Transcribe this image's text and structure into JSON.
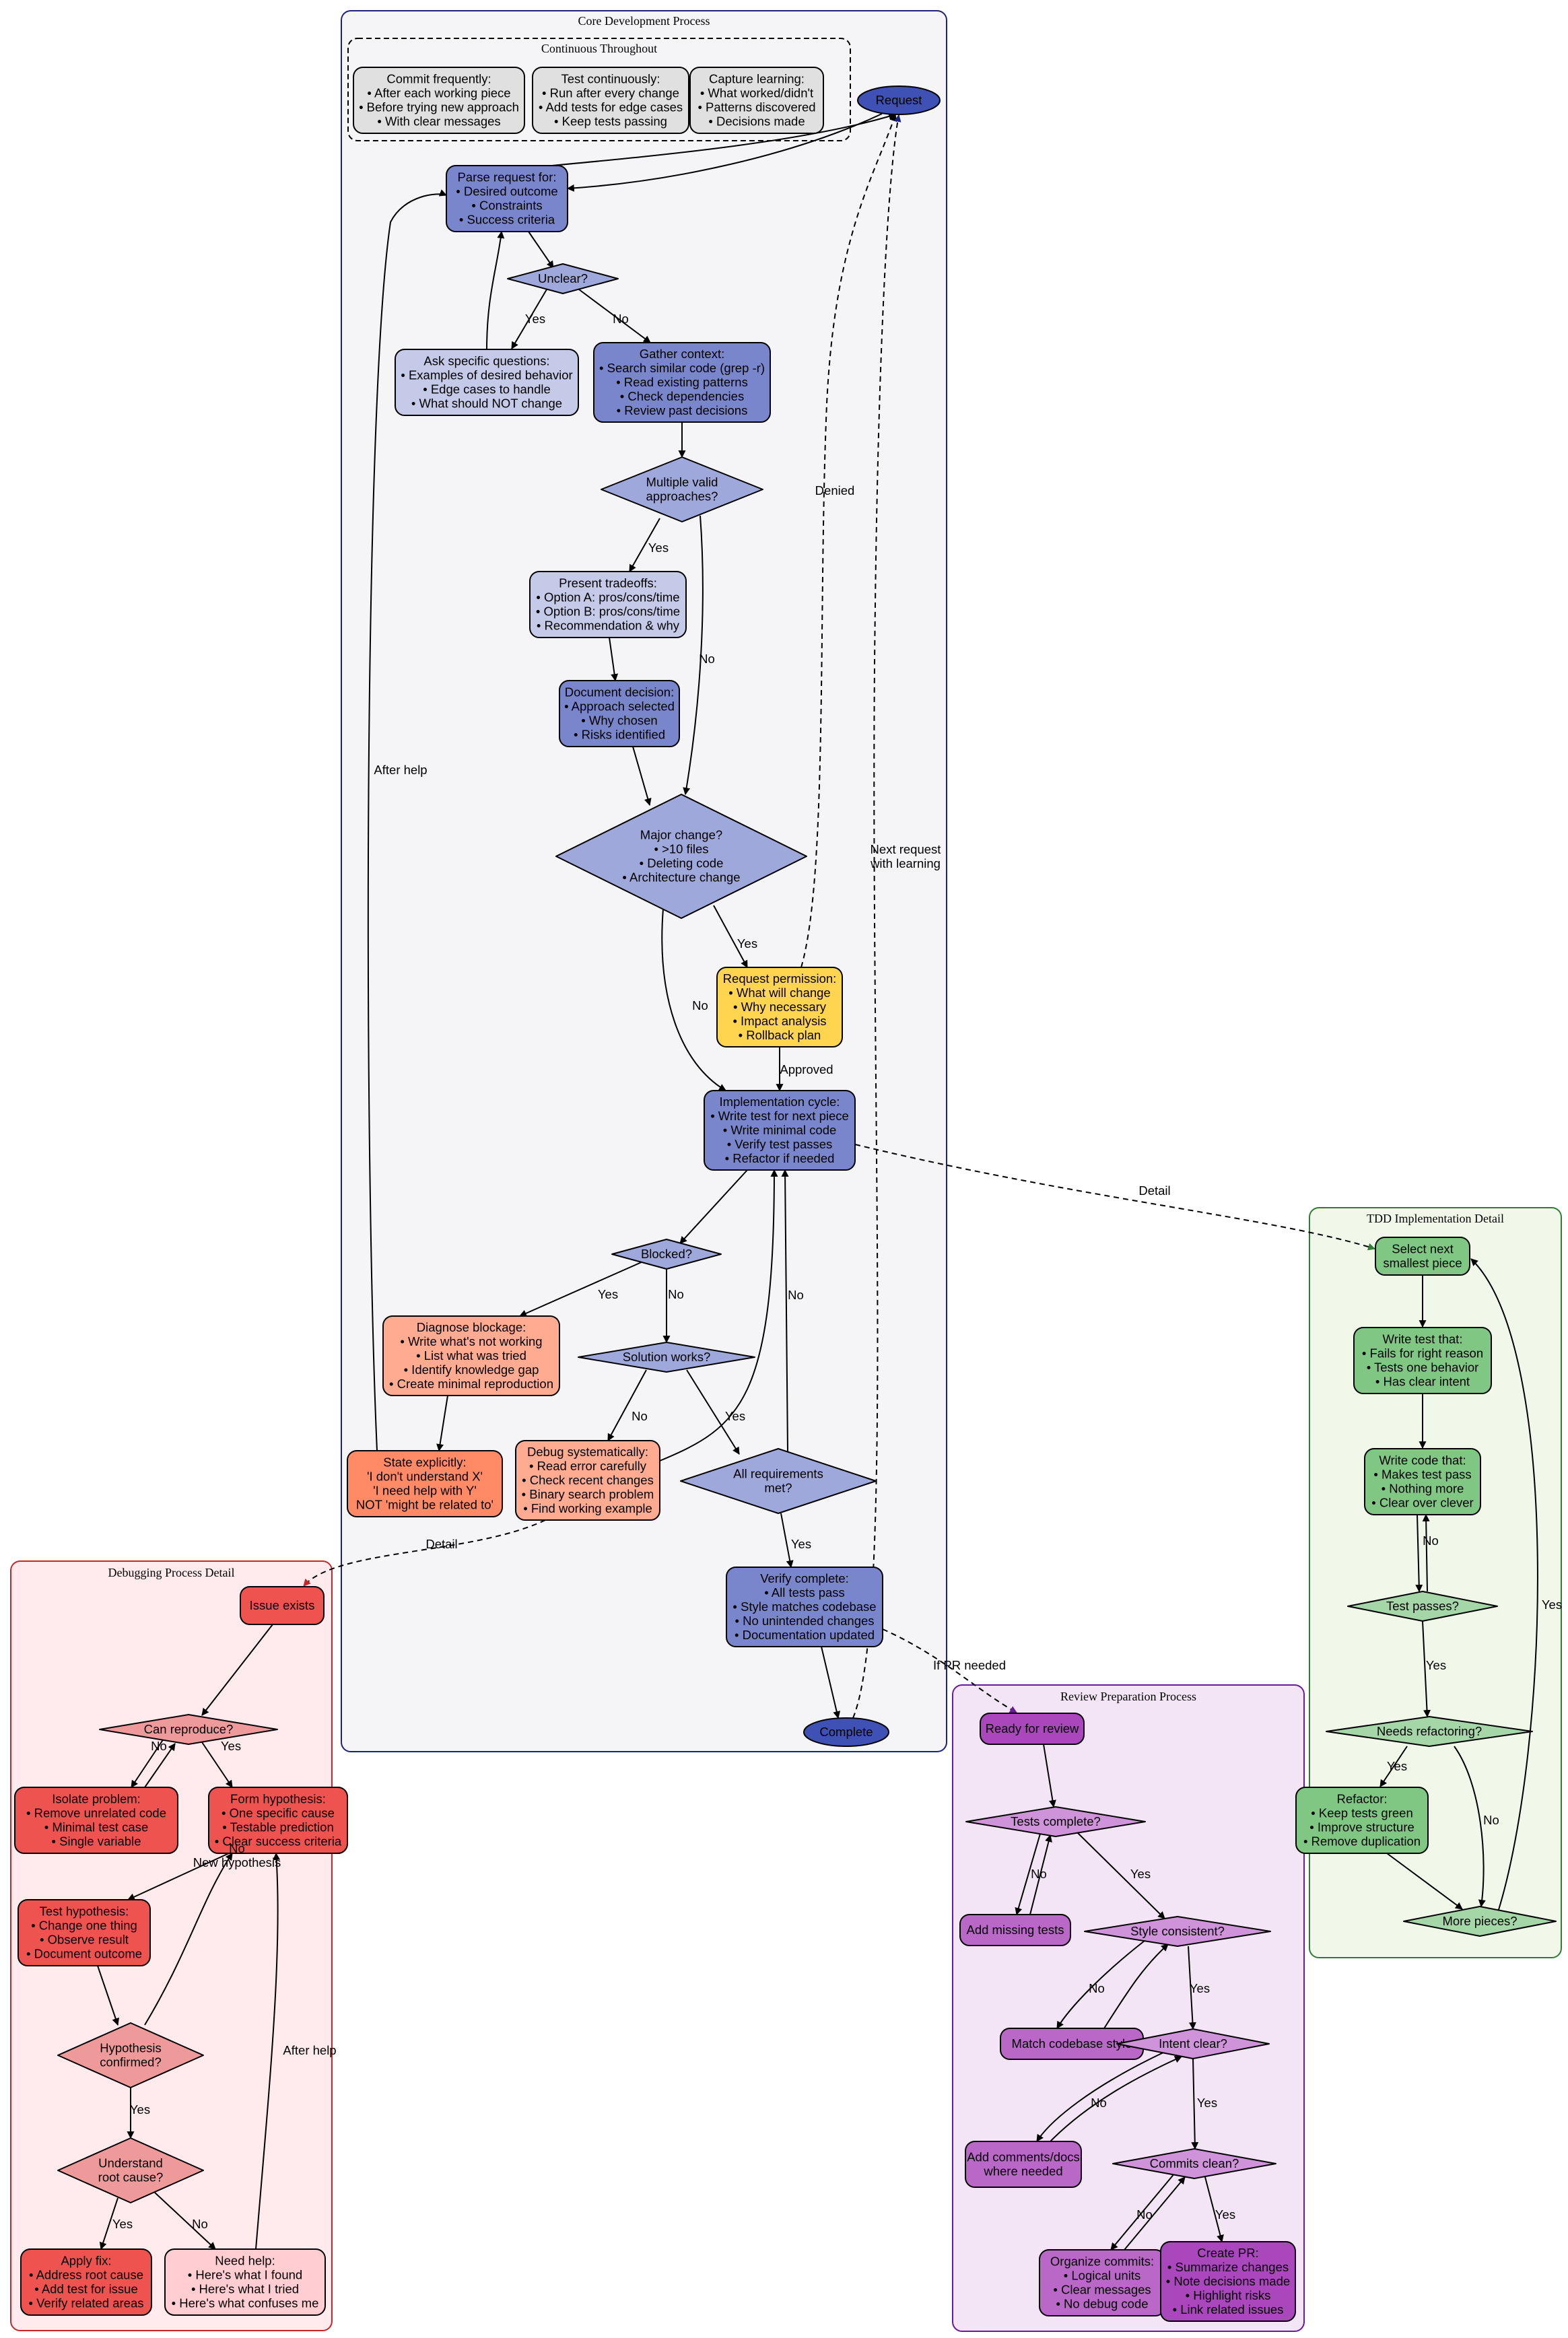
{
  "clusters": {
    "core": "Core Development Process",
    "continuous": "Continuous Throughout",
    "tdd": "TDD Implementation Detail",
    "debug": "Debugging Process Detail",
    "review": "Review Preparation Process"
  },
  "nodes": {
    "request": [
      "Request"
    ],
    "commit_freq": [
      "Commit frequently:",
      "• After each working piece",
      "• Before trying new approach",
      "• With clear messages"
    ],
    "test_cont": [
      "Test continuously:",
      "• Run after every change",
      "• Add tests for edge cases",
      "• Keep tests passing"
    ],
    "capture": [
      "Capture learning:",
      "• What worked/didn't",
      "• Patterns discovered",
      "• Decisions made"
    ],
    "parse": [
      "Parse request for:",
      "• Desired outcome",
      "• Constraints",
      "• Success criteria"
    ],
    "unclear": [
      "Unclear?"
    ],
    "ask": [
      "Ask specific questions:",
      "• Examples of desired behavior",
      "• Edge cases to handle",
      "• What should NOT change"
    ],
    "gather": [
      "Gather context:",
      "• Search similar code (grep -r)",
      "• Read existing patterns",
      "• Check dependencies",
      "• Review past decisions"
    ],
    "multiple": [
      "Multiple valid",
      "approaches?"
    ],
    "tradeoffs": [
      "Present tradeoffs:",
      "• Option A: pros/cons/time",
      "• Option B: pros/cons/time",
      "• Recommendation & why"
    ],
    "document": [
      "Document decision:",
      "• Approach selected",
      "• Why chosen",
      "• Risks identified"
    ],
    "major": [
      "Major change?",
      "• >10 files",
      "• Deleting code",
      "• Architecture change"
    ],
    "permission": [
      "Request permission:",
      "• What will change",
      "• Why necessary",
      "• Impact analysis",
      "• Rollback plan"
    ],
    "impl": [
      "Implementation cycle:",
      "• Write test for next piece",
      "• Write minimal code",
      "• Verify test passes",
      "• Refactor if needed"
    ],
    "blocked": [
      "Blocked?"
    ],
    "diagnose": [
      "Diagnose blockage:",
      "• Write what's not working",
      "• List what was tried",
      "• Identify knowledge gap",
      "• Create minimal reproduction"
    ],
    "solution": [
      "Solution works?"
    ],
    "state": [
      "State explicitly:",
      "'I don't understand X'",
      "'I need help with Y'",
      "NOT 'might be related to'"
    ],
    "debug_sys": [
      "Debug systematically:",
      "• Read error carefully",
      "• Check recent changes",
      "• Binary search problem",
      "• Find working example"
    ],
    "allreq": [
      "All requirements",
      "met?"
    ],
    "verify": [
      "Verify complete:",
      "• All tests pass",
      "• Style matches codebase",
      "• No unintended changes",
      "• Documentation updated"
    ],
    "complete": [
      "Complete"
    ],
    "select": [
      "Select next",
      "smallest piece"
    ],
    "write_test": [
      "Write test that:",
      "• Fails for right reason",
      "• Tests one behavior",
      "• Has clear intent"
    ],
    "write_code": [
      "Write code that:",
      "• Makes test pass",
      "• Nothing more",
      "• Clear over clever"
    ],
    "test_passes": [
      "Test passes?"
    ],
    "needs_ref": [
      "Needs refactoring?"
    ],
    "refactor": [
      "Refactor:",
      "• Keep tests green",
      "• Improve structure",
      "• Remove duplication"
    ],
    "more": [
      "More pieces?"
    ],
    "issue": [
      "Issue exists"
    ],
    "reproduce": [
      "Can reproduce?"
    ],
    "isolate": [
      "Isolate problem:",
      "• Remove unrelated code",
      "• Minimal test case",
      "• Single variable"
    ],
    "hypothesis": [
      "Form hypothesis:",
      "• One specific cause",
      "• Testable prediction",
      "• Clear success criteria"
    ],
    "test_hyp": [
      "Test hypothesis:",
      "• Change one thing",
      "• Observe result",
      "• Document outcome"
    ],
    "hyp_conf": [
      "Hypothesis",
      "confirmed?"
    ],
    "root": [
      "Understand",
      "root cause?"
    ],
    "apply": [
      "Apply fix:",
      "• Address root cause",
      "• Add test for issue",
      "• Verify related areas"
    ],
    "need_help": [
      "Need help:",
      "• Here's what I found",
      "• Here's what I tried",
      "• Here's what confuses me"
    ],
    "ready": [
      "Ready for review"
    ],
    "tests_complete": [
      "Tests complete?"
    ],
    "add_missing": [
      "Add missing tests"
    ],
    "style": [
      "Style consistent?"
    ],
    "match_style": [
      "Match codebase style"
    ],
    "intent": [
      "Intent clear?"
    ],
    "add_comments": [
      "Add comments/docs",
      "where needed"
    ],
    "commits_clean": [
      "Commits clean?"
    ],
    "organize": [
      "Organize commits:",
      "• Logical units",
      "• Clear messages",
      "• No debug code"
    ],
    "create_pr": [
      "Create PR:",
      "• Summarize changes",
      "• Note decisions made",
      "• Highlight risks",
      "• Link related issues"
    ]
  },
  "edge_labels": {
    "yes": "Yes",
    "no": "No",
    "denied": "Denied",
    "approved": "Approved",
    "after_help": "After help",
    "next_request": [
      "Next request",
      "with learning"
    ],
    "detail": "Detail",
    "if_pr_needed": "If PR needed",
    "no_new_hypothesis": [
      "No",
      "New hypothesis"
    ]
  },
  "colors": {
    "core_node": "#7986cb",
    "core_decision": "#9fa8da",
    "core_light": "#c5cae9",
    "terminal": "#3f51b5",
    "continuous": "#e0e0e0",
    "permission": "#ffd54f",
    "diagnose": "#ffab91",
    "state": "#ff8a65",
    "tdd_node": "#81c784",
    "tdd_decision": "#a5d6a7",
    "debug_node": "#ef5350",
    "debug_decision": "#ef9a9a",
    "debug_help": "#ffcdd2",
    "review_node": "#ab47bc",
    "review_mid": "#ba68c8",
    "review_decision": "#ce93d8",
    "core_bg": "#f5f5f7",
    "tdd_bg": "#f1f8e9",
    "debug_bg": "#ffebee",
    "review_bg": "#f3e5f5"
  }
}
